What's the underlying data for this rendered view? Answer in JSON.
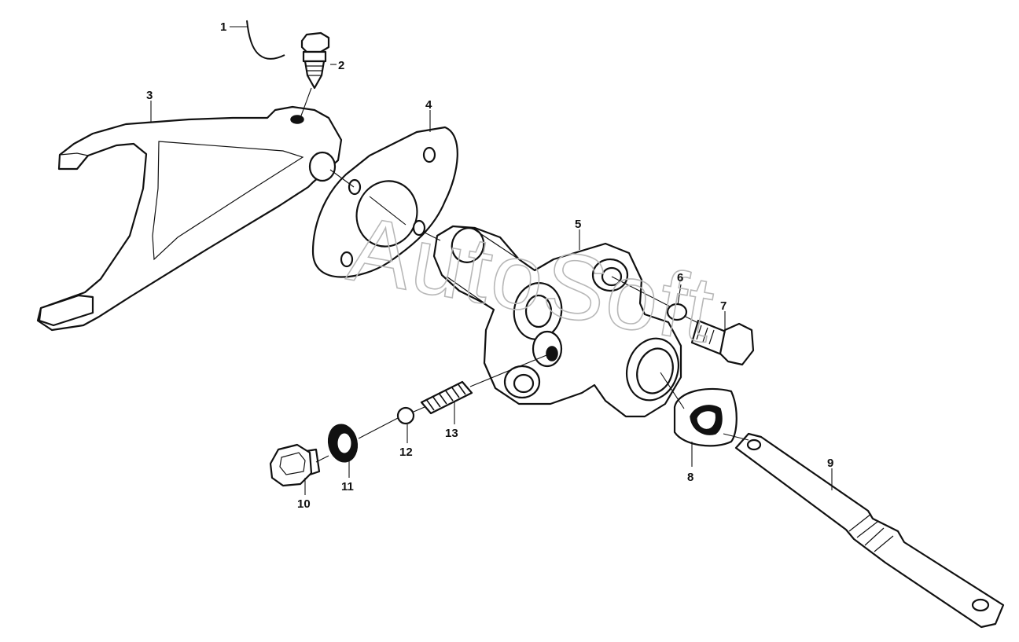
{
  "watermark": "AutoSoft",
  "callouts": [
    {
      "label": "1"
    },
    {
      "label": "2"
    },
    {
      "label": "3"
    },
    {
      "label": "4"
    },
    {
      "label": "5"
    },
    {
      "label": "6"
    },
    {
      "label": "7"
    },
    {
      "label": "8"
    },
    {
      "label": "9"
    },
    {
      "label": "10"
    },
    {
      "label": "11"
    },
    {
      "label": "12"
    },
    {
      "label": "13"
    }
  ],
  "colors": {
    "line": "#111111",
    "background": "#ffffff",
    "watermark": "#b8b8b8"
  }
}
